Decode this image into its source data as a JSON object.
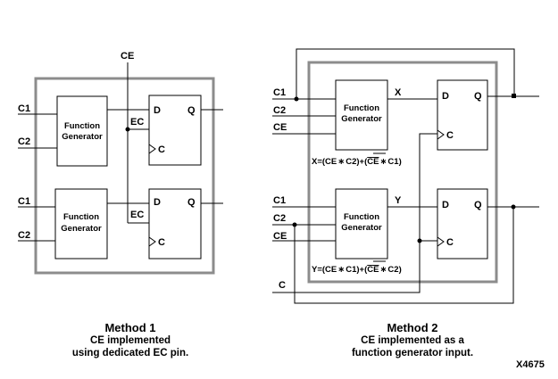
{
  "method1": {
    "ce_label": "CE",
    "top": {
      "in1": "C1",
      "in2": "C2",
      "fg_line1": "Function",
      "fg_line2": "Generator",
      "ff_d": "D",
      "ff_q": "Q",
      "ff_ec": "EC",
      "ff_c": "C"
    },
    "bottom": {
      "in1": "C1",
      "in2": "C2",
      "fg_line1": "Function",
      "fg_line2": "Generator",
      "ff_d": "D",
      "ff_q": "Q",
      "ff_ec": "EC",
      "ff_c": "C"
    },
    "caption_title": "Method 1",
    "caption_line1": "CE implemented",
    "caption_line2": "using dedicated EC pin."
  },
  "method2": {
    "top": {
      "in1": "C1",
      "in2": "C2",
      "in3": "CE",
      "fg_line1": "Function",
      "fg_line2": "Generator",
      "out": "X",
      "ff_d": "D",
      "ff_q": "Q",
      "ff_c": "C",
      "eq_a": "X=(CE",
      "eq_b": "C2)+(",
      "eq_ce": "CE",
      "eq_c": "C1)"
    },
    "bottom": {
      "in1": "C1",
      "in2": "C2",
      "in3": "CE",
      "fg_line1": "Function",
      "fg_line2": "Generator",
      "out": "Y",
      "ff_d": "D",
      "ff_q": "Q",
      "ff_c": "C",
      "eq_a": "Y=(CE",
      "eq_b": "C1)+(",
      "eq_ce": "CE",
      "eq_c": "C2)"
    },
    "clock_label": "C",
    "caption_title": "Method 2",
    "caption_line1": "CE implemented as a",
    "caption_line2": "function generator input."
  },
  "figure_id": "X4675"
}
